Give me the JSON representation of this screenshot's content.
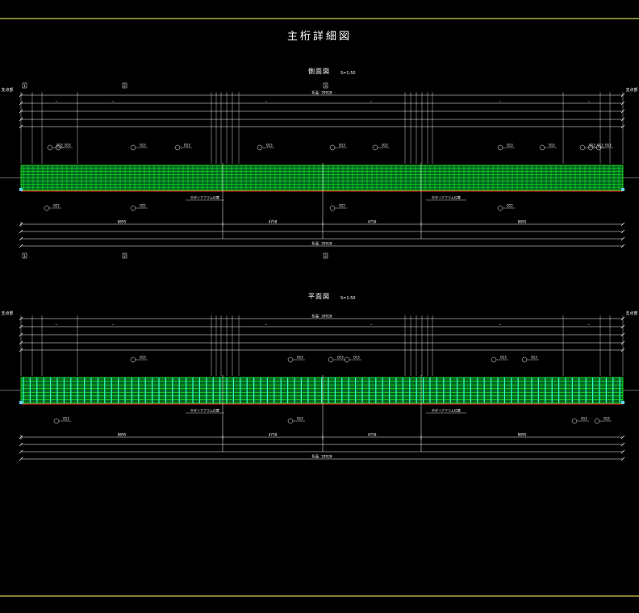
{
  "drawing": {
    "title": "主桁詳細図",
    "colors": {
      "frame": "#ffff66",
      "dim": "#ffffff",
      "rebar_long": "#22ff22",
      "rebar_stirrup": "#33ffcc",
      "bottom_line": "#ff2222",
      "bearing": "#66ccff"
    }
  },
  "views": [
    {
      "id": "side",
      "title": "側面図",
      "scale": "S=1:50",
      "section_marks_top": [
        "1",
        "2",
        "3"
      ],
      "section_marks_bottom": [
        "1",
        "2",
        "3"
      ],
      "end_labels": [
        "支点部",
        "支点部"
      ],
      "overall_dimension": "桁長 29920",
      "bottom_overall": "桁長 29920",
      "segment_dims_top": [
        "8895",
        "4750",
        "4750",
        "8895"
      ],
      "rebar_labels_top": [
        "D13",
        "D13",
        "D13",
        "D13",
        "D13",
        "D13",
        "D13",
        "D13",
        "D13",
        "D13",
        "D13",
        "D13"
      ],
      "rebar_labels_bottom": [
        "D22",
        "D22",
        "D22",
        "D22"
      ],
      "note_labels": [
        "中ダイアフラム位置",
        "中ダイアフラム位置"
      ]
    },
    {
      "id": "plan",
      "title": "平面図",
      "scale": "S=1:50",
      "end_labels": [
        "支点部",
        "支点部"
      ],
      "overall_dimension": "桁長 29920",
      "bottom_overall": "桁長 29920",
      "segment_dims_top": [
        "8895",
        "4750",
        "4750",
        "8895"
      ],
      "rebar_labels_top": [
        "D13",
        "D13",
        "D13",
        "D13",
        "D13",
        "D13"
      ],
      "rebar_labels_bottom": [
        "D13",
        "D13",
        "D13",
        "D13"
      ],
      "note_labels": [
        "中ダイアフラム位置",
        "中ダイアフラム位置"
      ]
    }
  ]
}
